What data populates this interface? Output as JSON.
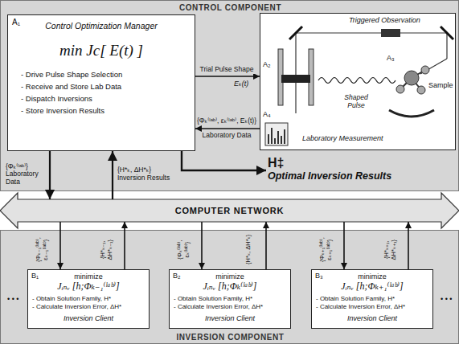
{
  "diagram": {
    "nodes": [
      {
        "text": [
          "CONTROL COMPONENT"
        ]
      },
      {
        "text": [
          "A₁",
          "Control Optimization Manager",
          "min Jc[ E(t) ]",
          "- Drive Pulse Shape Selection",
          "- Receive and Store Lab Data",
          "- Dispatch Inversions",
          "- Store Inversion Results"
        ],
        "in": 0
      },
      {
        "text": [
          "Triggered Observation",
          "Shaped Pulse",
          "Sample",
          "Laboratory Measurement"
        ],
        "in": 0
      },
      {
        "text": [
          "H‡",
          "Optimal Inversion Results"
        ],
        "in": 0
      },
      {
        "text": [
          "COMPUTER NETWORK"
        ]
      },
      {
        "text": [
          "INVERSION COMPONENT"
        ]
      },
      {
        "text": [
          "B₁",
          "minimize",
          "Jᵢₙᵥ [h;Φₖ₋₁⁽ˡᵃᵇ⁾]",
          "- Obtain Solution Family, H*",
          "- Calculate Inversion Error, ΔH*",
          "Inversion Client"
        ],
        "in": 5
      },
      {
        "text": [
          "B₂",
          "minimize",
          "Jᵢₙᵥ [h;Φₖ⁽ˡᵃᵇ⁾]",
          "- Obtain Solution Family, H*",
          "- Calculate Inversion Error, ΔH*",
          "Inversion Client"
        ],
        "in": 5
      },
      {
        "text": [
          "B₃",
          "minimize",
          "Jᵢₙᵥ [h;Φₖ₊₁⁽ˡᵃᵇ⁾]",
          "- Obtain Solution Family, H*",
          "- Calculate Inversion Error, ΔH*",
          "Inversion Client"
        ],
        "in": 5
      }
    ],
    "edges": [
      {
        "from": 1,
        "to": 2,
        "label": "Trial Pulse Shape",
        "arrow": "to"
      },
      {
        "from": 2,
        "to": 1,
        "label": "Laboratory Data",
        "arrow": "to"
      },
      {
        "from": 1,
        "to": 3,
        "arrow": "to"
      },
      {
        "from": 1,
        "to": 4,
        "label": "{Φₖ⁽ˡᵃᵇ⁾} Laboratory Data",
        "arrow": "to"
      },
      {
        "from": 4,
        "to": 1,
        "label": "{H*ₖ, ΔH*ₖ} Inversion Results",
        "arrow": "to"
      },
      {
        "from": 4,
        "to": 6,
        "label": "{Φₖ₋₁⁽ˡᵃᵇ⁾, εₖ₋₁⁽ˡᵃᵇ⁾}",
        "arrow": "to"
      },
      {
        "from": 6,
        "to": 4,
        "label": "{H*ₖ₋₁, ΔH*ₖ₋₁}",
        "arrow": "to"
      },
      {
        "from": 4,
        "to": 7,
        "label": "{Φₖ⁽ˡᵃᵇ⁾, εₖ⁽ˡᵃᵇ⁾}",
        "arrow": "to"
      },
      {
        "from": 7,
        "to": 4,
        "label": "{H*ₖ, ΔH*ₖ}",
        "arrow": "to"
      },
      {
        "from": 4,
        "to": 8,
        "label": "{Φₖ₊₁⁽ˡᵃᵇ⁾, εₖ₊₁⁽ˡᵃᵇ⁾}",
        "arrow": "to"
      },
      {
        "from": 8,
        "to": 4,
        "label": "{H*ₖ₊₁, ΔH*ₖ₊₁}",
        "arrow": "to"
      }
    ],
    "labels": [
      "Eₖ(t)",
      "{Φₖ⁽ˡᵃᵇ⁾, εₖ⁽ˡᵃᵇ⁾, Eₖ(t)}",
      "A₂",
      "A₃",
      "A₄",
      "• • •",
      "• • •"
    ]
  }
}
